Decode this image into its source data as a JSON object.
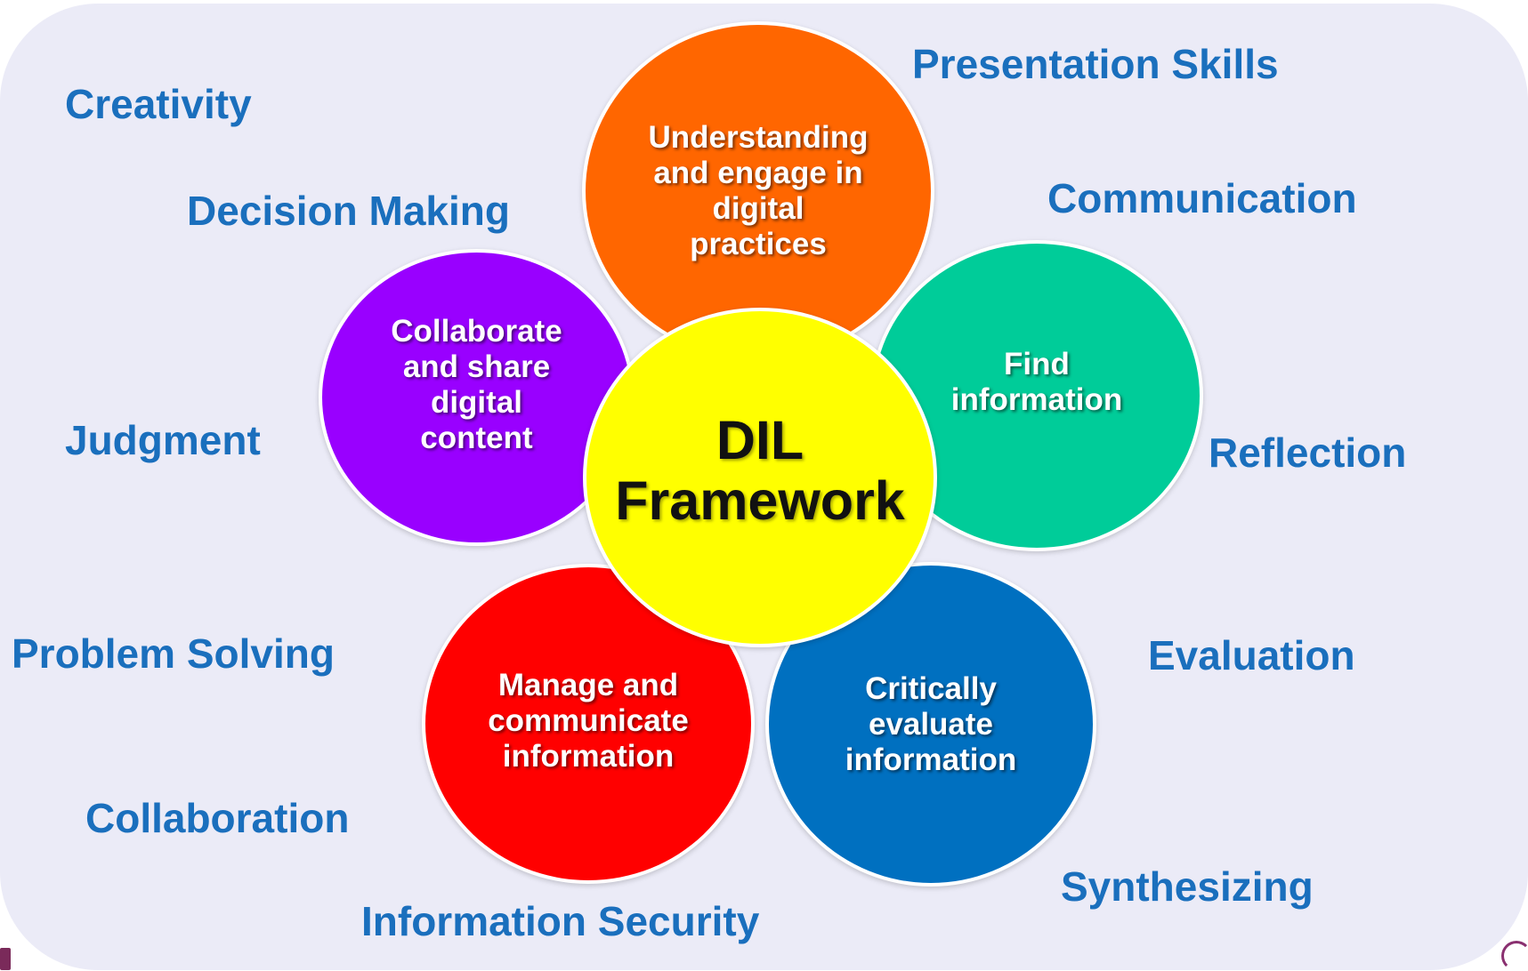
{
  "diagram": {
    "center": {
      "label_line1": "DIL",
      "label_line2": "Framework",
      "color": "#ffff00"
    },
    "petals": [
      {
        "id": "top",
        "lines": [
          "Understanding",
          "and engage in",
          "digital",
          "practices"
        ],
        "color": "#ff6600"
      },
      {
        "id": "right",
        "lines": [
          "Find",
          "information"
        ],
        "color": "#00cc99"
      },
      {
        "id": "bottom-right",
        "lines": [
          "Critically",
          "evaluate",
          "information"
        ],
        "color": "#0070c0"
      },
      {
        "id": "bottom-left",
        "lines": [
          "Manage and",
          "communicate",
          "information"
        ],
        "color": "#ff0000"
      },
      {
        "id": "left",
        "lines": [
          "Collaborate",
          "and share",
          "digital",
          "content"
        ],
        "color": "#9900ff"
      }
    ],
    "skills": {
      "creativity": "Creativity",
      "decision_making": "Decision Making",
      "judgment": "Judgment",
      "problem_solving": "Problem Solving",
      "collaboration": "Collaboration",
      "information_security": "Information Security",
      "presentation_skills": "Presentation Skills",
      "communication": "Communication",
      "reflection": "Reflection",
      "evaluation": "Evaluation",
      "synthesizing": "Synthesizing"
    },
    "skill_color": "#1a6fbd",
    "panel_color": "#ebebf7"
  }
}
